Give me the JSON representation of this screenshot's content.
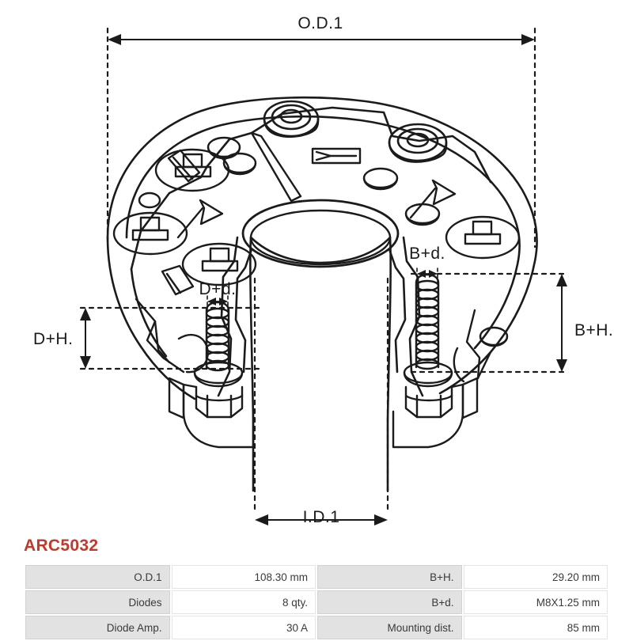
{
  "part_number": "ARC5032",
  "drawing": {
    "dimension_labels": {
      "outer_diameter": "O.D.1",
      "inner_diameter": "I.D.1",
      "d_height": "D+H.",
      "d_diameter": "D+d.",
      "b_height": "B+H.",
      "b_diameter": "B+d."
    }
  },
  "spec_table": {
    "rows": [
      {
        "label_left": "O.D.1",
        "value_left": "108.30 mm",
        "label_right": "B+H.",
        "value_right": "29.20 mm"
      },
      {
        "label_left": "Diodes",
        "value_left": "8 qty.",
        "label_right": "B+d.",
        "value_right": "M8X1.25 mm"
      },
      {
        "label_left": "Diode Amp.",
        "value_left": "30 A",
        "label_right": "Mounting dist.",
        "value_right": "85 mm"
      }
    ]
  },
  "colors": {
    "part_number": "#c0392b",
    "label_cell_bg": "#e2e2e2",
    "value_cell_bg": "#ffffff",
    "line": "#1b1b1b"
  }
}
